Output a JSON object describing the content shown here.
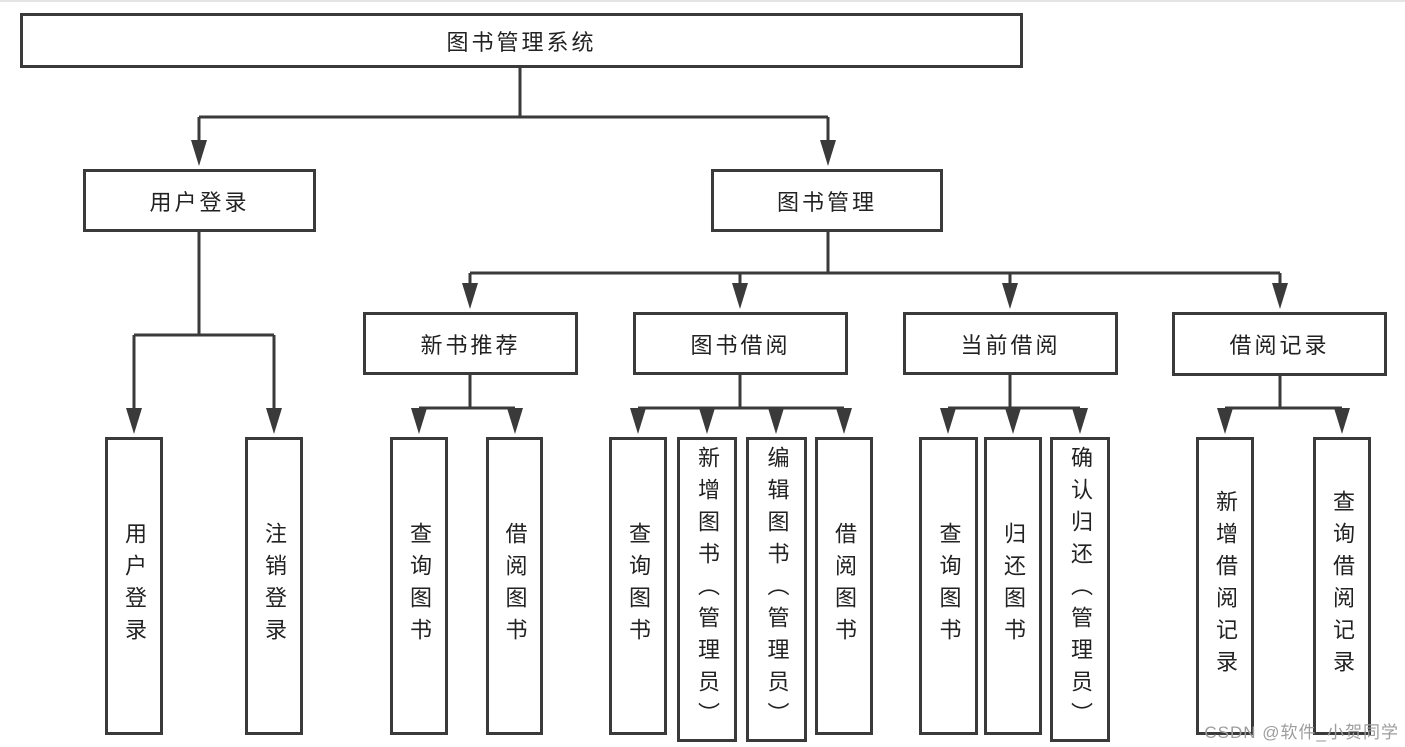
{
  "diagram": {
    "type": "tree",
    "title": "图书管理系统",
    "root": {
      "label": "图书管理系统",
      "children": [
        {
          "label": "用户登录",
          "children": [
            {
              "label": "用户登录"
            },
            {
              "label": "注销登录"
            }
          ]
        },
        {
          "label": "图书管理",
          "children": [
            {
              "label": "新书推荐",
              "children": [
                {
                  "label": "查询图书"
                },
                {
                  "label": "借阅图书"
                }
              ]
            },
            {
              "label": "图书借阅",
              "children": [
                {
                  "label": "查询图书"
                },
                {
                  "label": "新增图书（管理员）"
                },
                {
                  "label": "编辑图书（管理员）"
                },
                {
                  "label": "借阅图书"
                }
              ]
            },
            {
              "label": "当前借阅",
              "children": [
                {
                  "label": "查询图书"
                },
                {
                  "label": "归还图书"
                },
                {
                  "label": "确认归还（管理员）"
                }
              ]
            },
            {
              "label": "借阅记录",
              "children": [
                {
                  "label": "新增借阅记录"
                },
                {
                  "label": "查询借阅记录"
                }
              ]
            }
          ]
        }
      ]
    }
  },
  "watermark": {
    "text": "CSDN @软件_小贺同学"
  },
  "colors": {
    "line": "#3a3a3a",
    "text": "#222222",
    "box_background": "#ffffff",
    "watermark": "#9d9d9d",
    "background": "#ffffff"
  }
}
